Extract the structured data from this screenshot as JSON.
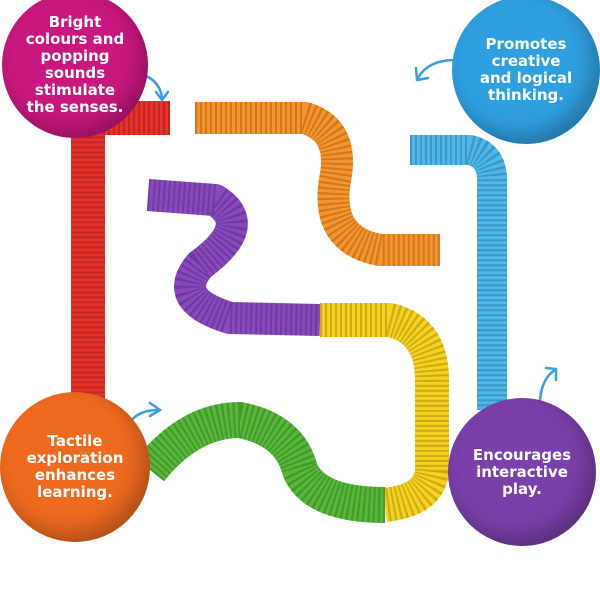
{
  "features": [
    {
      "text": "Bright\ncolours and\npopping\nsounds\nstimulate\nthe senses.",
      "color": "#c8177e"
    },
    {
      "text": "Promotes\ncreative\nand logical\nthinking.",
      "color": "#2f9fe0"
    },
    {
      "text": "Tactile\nexploration\nenhances\nlearning.",
      "color": "#ee6a1f"
    },
    {
      "text": "Encourages\ninteractive\nplay.",
      "color": "#7a3fa8"
    }
  ],
  "tube_colors": {
    "red": "#e8312a",
    "orange": "#f7932a",
    "blue": "#4cb8ec",
    "purple": "#8a48c0",
    "yellow": "#f6d21e",
    "green": "#55b838"
  },
  "arrow_color": "#3a9ee0"
}
